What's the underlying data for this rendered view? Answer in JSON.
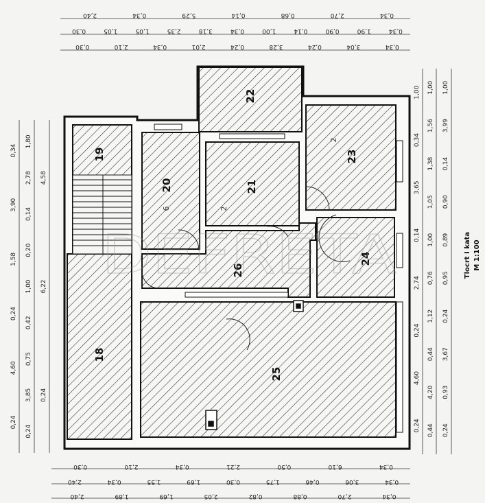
{
  "title": {
    "line1": "Tlocrt I kata",
    "line2": "M 1:100"
  },
  "watermark": "DEFRETA",
  "rooms": [
    {
      "id": "18",
      "label": "18"
    },
    {
      "id": "19",
      "label": "19"
    },
    {
      "id": "20",
      "label": "20"
    },
    {
      "id": "21",
      "label": "21"
    },
    {
      "id": "22",
      "label": "22"
    },
    {
      "id": "23",
      "label": "23"
    },
    {
      "id": "24",
      "label": "24"
    },
    {
      "id": "25",
      "label": "25"
    },
    {
      "id": "26",
      "label": "26"
    }
  ],
  "room_marks": {
    "r20": "6",
    "r21": "2",
    "r23": "2"
  },
  "dims": {
    "top": {
      "row1": [
        "2,40",
        "0,34",
        "5,29",
        "0,14",
        "0,68",
        "2,70",
        "0,34"
      ],
      "row2": [
        "0,30",
        "1,05",
        "1,05",
        "2,35",
        "3,18",
        "0,34",
        "1,00",
        "0,14",
        "0,90",
        "1,90",
        "0,34"
      ],
      "row3": [
        "0,30",
        "2,10",
        "0,34",
        "2,01",
        "0,24",
        "3,28",
        "0,24",
        "3,04",
        "0,34"
      ]
    },
    "bottom": {
      "row1": [
        "0,30",
        "2,10",
        "0,34",
        "2,21",
        "0,50",
        "6,10",
        "0,34"
      ],
      "row2": [
        "2,40",
        "0,34",
        "1,55",
        "1,69",
        "0,30",
        "1,75",
        "0,46",
        "3,06",
        "0,34"
      ],
      "row3": [
        "2,40",
        "1,89",
        "1,69",
        "2,05",
        "0,82",
        "0,88",
        "2,70",
        "0,34"
      ]
    },
    "left": {
      "row1": [
        "0,24",
        "4,60",
        "0,24",
        "1,58",
        "3,90",
        "0,34"
      ],
      "row2": [
        "0,24",
        "3,85",
        "0,75",
        "0,42",
        "1,00",
        "0,20",
        "0,14",
        "2,78",
        "1,80"
      ],
      "row3": [
        "0,24",
        "6,22",
        "4,58"
      ]
    },
    "right": {
      "row1": [
        "0,24",
        "4,60",
        "0,24",
        "2,74",
        "0,14",
        "3,65",
        "0,34",
        "1,00"
      ],
      "row2": [
        "0,44",
        "4,20",
        "0,44",
        "1,12",
        "0,76",
        "1,00",
        "1,05",
        "1,38",
        "1,56",
        "1,00"
      ],
      "row3": [
        "0,24",
        "0,93",
        "3,67",
        "0,24",
        "0,95",
        "0,89",
        "0,90",
        "0,14",
        "3,99",
        "1,00"
      ]
    }
  }
}
